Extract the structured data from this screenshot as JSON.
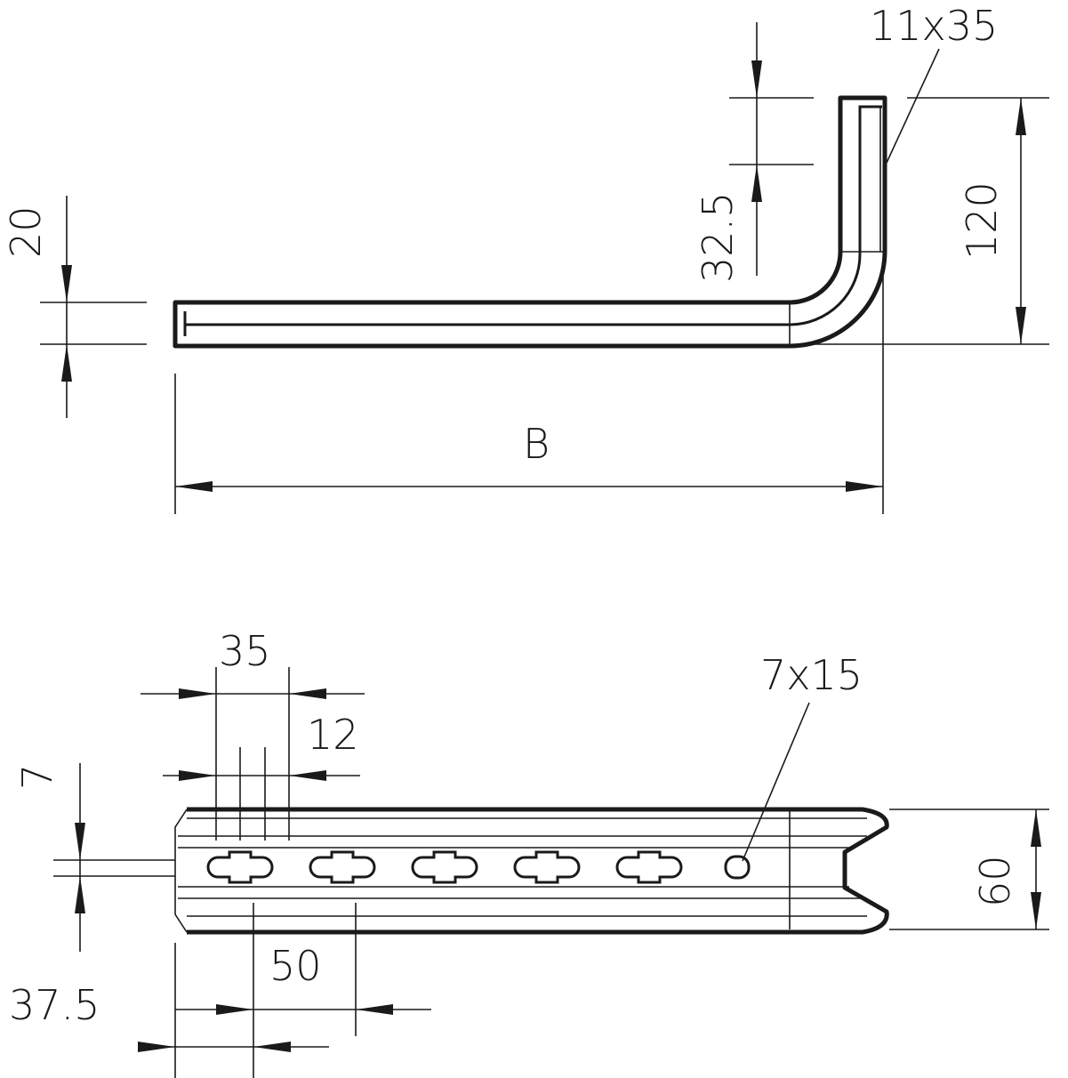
{
  "side_view": {
    "slot_label": "11x35",
    "lip_offset": "32.5",
    "height": "120",
    "profile_height": "20",
    "width_label": "B"
  },
  "top_view": {
    "slot_pitch": "35",
    "slot_width": "12",
    "slot_height": "7",
    "end_slot_label": "7x15",
    "hole_spacing": "50",
    "first_offset": "37.5",
    "rail_width": "60"
  },
  "colors": {
    "line": "#1a1a1a",
    "background": "#ffffff"
  }
}
